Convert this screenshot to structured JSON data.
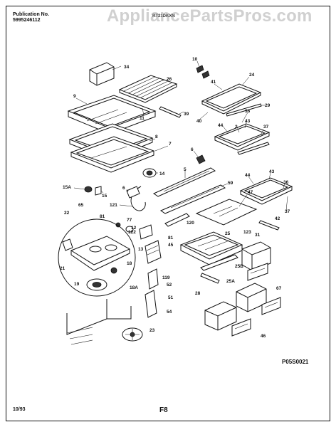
{
  "header": {
    "publication_label": "Publication No.",
    "publication_number": "5995246112",
    "model": "RT21DKXN"
  },
  "watermark": "AppliancePartsPros.com",
  "footer": {
    "date": "10/93",
    "page": "F8",
    "drawing_code": "P05S0021"
  },
  "callouts": [
    {
      "id": "c34",
      "label": "34"
    },
    {
      "id": "c26",
      "label": "26"
    },
    {
      "id": "c10",
      "label": "10"
    },
    {
      "id": "c41",
      "label": "41"
    },
    {
      "id": "c24",
      "label": "24"
    },
    {
      "id": "c9",
      "label": "9"
    },
    {
      "id": "c11",
      "label": "11"
    },
    {
      "id": "c39",
      "label": "39"
    },
    {
      "id": "c29",
      "label": "29"
    },
    {
      "id": "c40",
      "label": "40"
    },
    {
      "id": "c36a",
      "label": "36"
    },
    {
      "id": "c44a",
      "label": "44"
    },
    {
      "id": "c2",
      "label": "2"
    },
    {
      "id": "c43a",
      "label": "43"
    },
    {
      "id": "c37a",
      "label": "37"
    },
    {
      "id": "c8",
      "label": "8"
    },
    {
      "id": "c7",
      "label": "7"
    },
    {
      "id": "c6a",
      "label": "6"
    },
    {
      "id": "c14",
      "label": "14"
    },
    {
      "id": "c5",
      "label": "5"
    },
    {
      "id": "c44b",
      "label": "44"
    },
    {
      "id": "c43b",
      "label": "43"
    },
    {
      "id": "c15A",
      "label": "15A"
    },
    {
      "id": "c15",
      "label": "15"
    },
    {
      "id": "c59",
      "label": "59"
    },
    {
      "id": "c36b",
      "label": "36"
    },
    {
      "id": "c6b",
      "label": "6"
    },
    {
      "id": "c121",
      "label": "121"
    },
    {
      "id": "c47",
      "label": "47"
    },
    {
      "id": "c37b",
      "label": "37"
    },
    {
      "id": "c22",
      "label": "22"
    },
    {
      "id": "c65",
      "label": "65"
    },
    {
      "id": "c81a",
      "label": "81"
    },
    {
      "id": "c77",
      "label": "77"
    },
    {
      "id": "c12",
      "label": "12"
    },
    {
      "id": "c120",
      "label": "120"
    },
    {
      "id": "c42",
      "label": "42"
    },
    {
      "id": "c123",
      "label": "123"
    },
    {
      "id": "c122",
      "label": "122"
    },
    {
      "id": "c25",
      "label": "25"
    },
    {
      "id": "c31",
      "label": "31"
    },
    {
      "id": "c13",
      "label": "13"
    },
    {
      "id": "c81b",
      "label": "81"
    },
    {
      "id": "c45",
      "label": "45"
    },
    {
      "id": "c18",
      "label": "18"
    },
    {
      "id": "c25B",
      "label": "25B"
    },
    {
      "id": "c21",
      "label": "21"
    },
    {
      "id": "c119",
      "label": "119"
    },
    {
      "id": "c25A",
      "label": "25A"
    },
    {
      "id": "c19",
      "label": "19"
    },
    {
      "id": "c18A",
      "label": "18A"
    },
    {
      "id": "c52",
      "label": "52"
    },
    {
      "id": "c67",
      "label": "67"
    },
    {
      "id": "c28",
      "label": "28"
    },
    {
      "id": "c51",
      "label": "51"
    },
    {
      "id": "c54",
      "label": "54"
    },
    {
      "id": "c23",
      "label": "23"
    },
    {
      "id": "c46",
      "label": "46"
    }
  ]
}
